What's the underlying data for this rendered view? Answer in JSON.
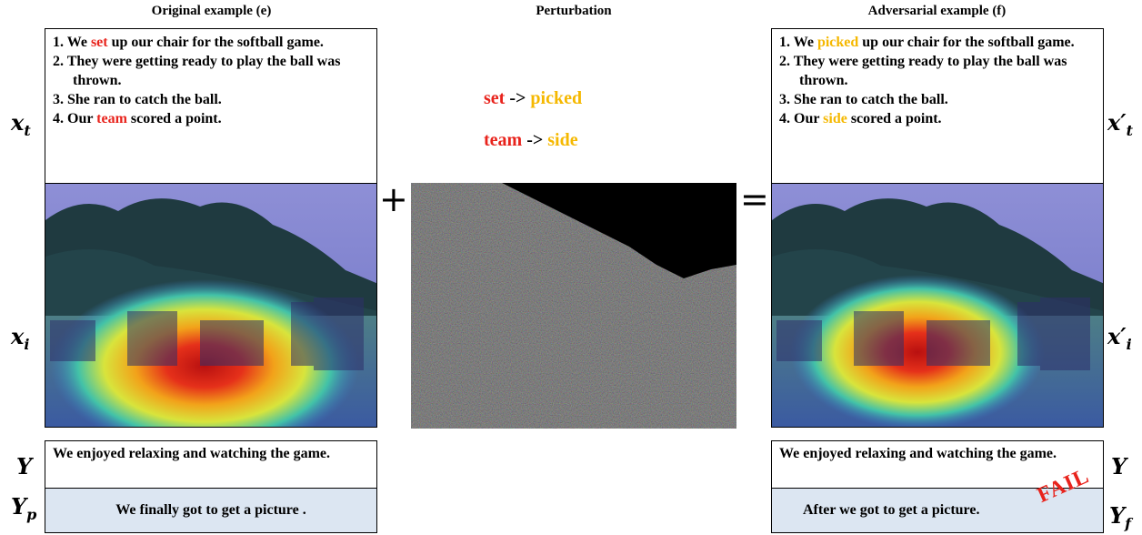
{
  "headers": {
    "original": "Original example (e)",
    "perturbation": "Perturbation",
    "adversarial": "Adversarial example (f)"
  },
  "original_story": {
    "s1": {
      "pre": "1. We ",
      "hl": "set",
      "post": " up our chair for the softball game."
    },
    "s2": "2. They were getting ready to play the ball was thrown.",
    "s3": "3. She ran to catch the ball.",
    "s4": {
      "pre": "4. Our ",
      "hl": "team",
      "post": " scored a point."
    }
  },
  "adversarial_story": {
    "s1": {
      "pre": "1. We ",
      "hl": "picked",
      "post": " up our chair for the softball game."
    },
    "s2": "2. They were getting ready to play the ball was thrown.",
    "s3": "3. She ran to catch the ball.",
    "s4": {
      "pre": "4. Our ",
      "hl": "side",
      "post": " scored a point."
    }
  },
  "perturbations": [
    {
      "from": "set",
      "arrow": "->",
      "to": "picked"
    },
    {
      "from": "team",
      "arrow": "->",
      "to": "side"
    }
  ],
  "operators": {
    "plus": "+",
    "equals": "="
  },
  "variables": {
    "xt": {
      "base": "x",
      "sub": "t"
    },
    "xi": {
      "base": "x",
      "sub": "i"
    },
    "xpt": {
      "base": "x′",
      "sub": "t"
    },
    "xpi": {
      "base": "x′",
      "sub": "i"
    },
    "Y": "Y",
    "Yp": {
      "base": "Y",
      "sub": "p"
    },
    "Yf": {
      "base": "Y",
      "sub": "f"
    }
  },
  "outputs": {
    "target_left": "We enjoyed relaxing and watching the game.",
    "pred_left": "We finally got to get a picture .",
    "target_right": "We enjoyed relaxing and watching the game.",
    "pred_right": "After we got to get a picture.",
    "fail": "FAIL"
  },
  "colors": {
    "red": "#e8231c",
    "yellow": "#f5b800",
    "pred_bg": "#dce6f2"
  }
}
